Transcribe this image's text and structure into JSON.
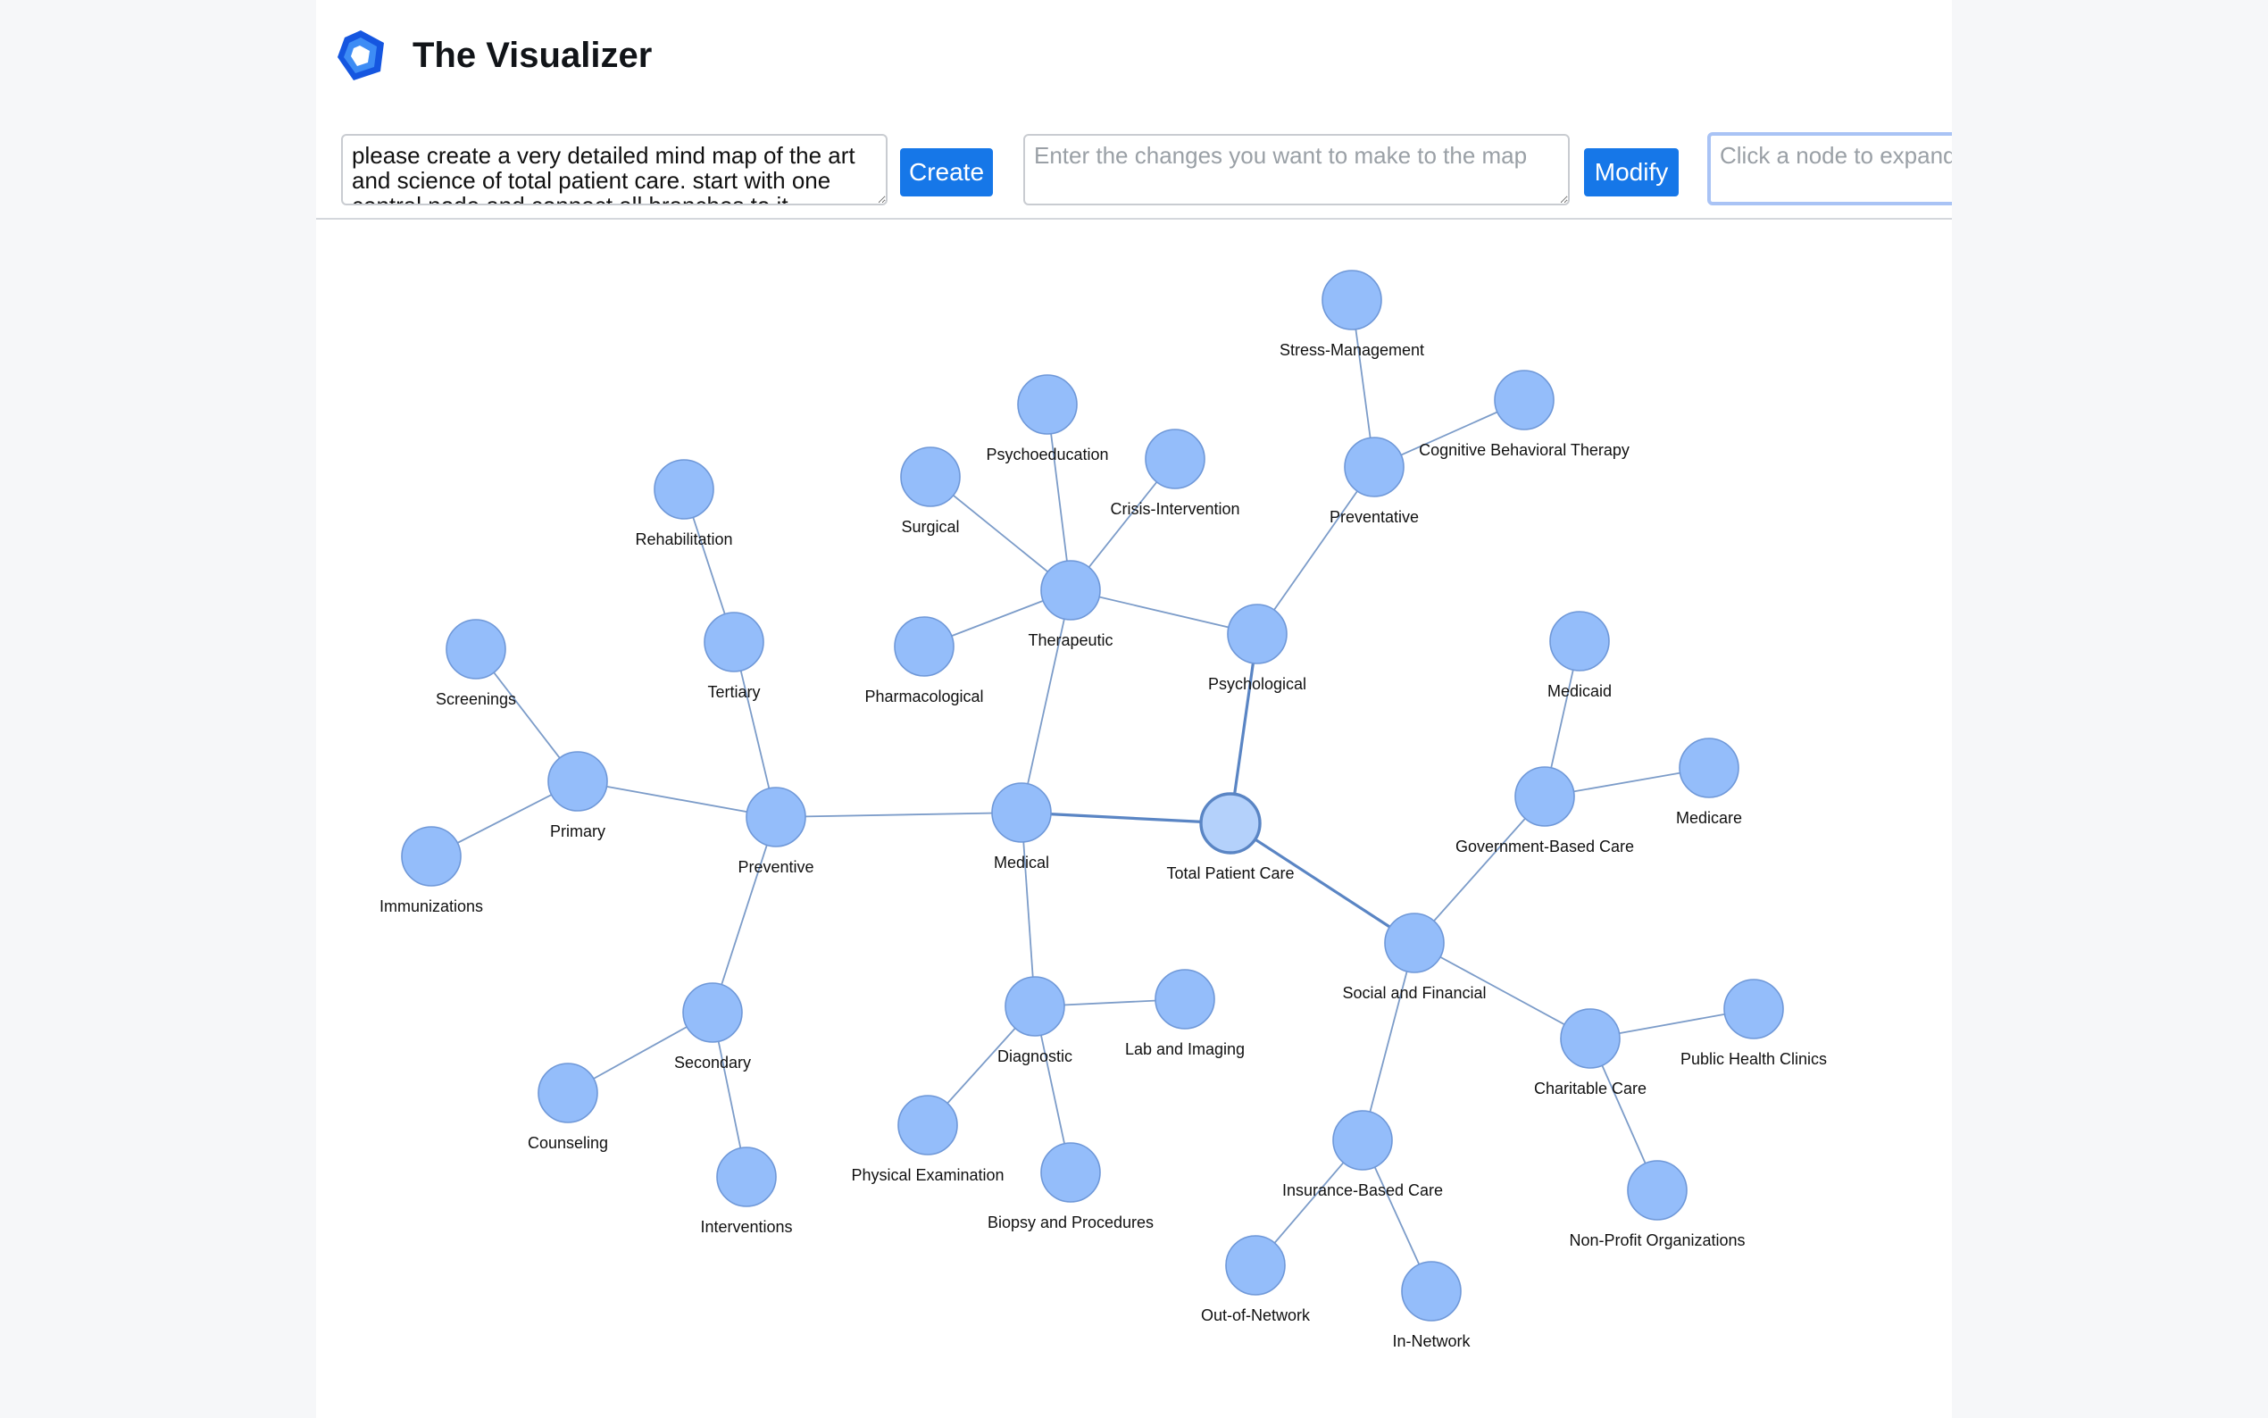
{
  "header": {
    "title": "The Visualizer",
    "brand_color": "#1677e8"
  },
  "toolbar": {
    "prompt_value": "please create a very detailed mind map of the art and science of total patient care. start with one central node and connect all branches to it",
    "create_label": "Create",
    "modify_placeholder": "Enter the changes you want to make to the map",
    "modify_label": "Modify",
    "expand_placeholder": "Click a node to expand"
  },
  "mindmap": {
    "colors": {
      "node": "#94bdfa",
      "root": "#b4d1fb",
      "edge": "#7c9cc9"
    },
    "nodes": [
      {
        "id": "total",
        "label": "Total Patient Care",
        "root": true
      },
      {
        "id": "medical",
        "label": "Medical"
      },
      {
        "id": "psych",
        "label": "Psychological"
      },
      {
        "id": "social",
        "label": "Social and Financial"
      },
      {
        "id": "preventive",
        "label": "Preventive"
      },
      {
        "id": "primary",
        "label": "Primary"
      },
      {
        "id": "screenings",
        "label": "Screenings"
      },
      {
        "id": "immunizations",
        "label": "Immunizations"
      },
      {
        "id": "tertiary",
        "label": "Tertiary"
      },
      {
        "id": "rehab",
        "label": "Rehabilitation"
      },
      {
        "id": "secondary",
        "label": "Secondary"
      },
      {
        "id": "counseling",
        "label": "Counseling"
      },
      {
        "id": "interventions",
        "label": "Interventions"
      },
      {
        "id": "therapeutic",
        "label": "Therapeutic"
      },
      {
        "id": "surgical",
        "label": "Surgical"
      },
      {
        "id": "psychoed",
        "label": "Psychoeducation"
      },
      {
        "id": "crisis",
        "label": "Crisis-Intervention"
      },
      {
        "id": "pharma",
        "label": "Pharmacological"
      },
      {
        "id": "diagnostic",
        "label": "Diagnostic"
      },
      {
        "id": "lab",
        "label": "Lab and Imaging"
      },
      {
        "id": "physexam",
        "label": "Physical Examination"
      },
      {
        "id": "biopsy",
        "label": "Biopsy and Procedures"
      },
      {
        "id": "preventative",
        "label": "Preventative"
      },
      {
        "id": "stress",
        "label": "Stress-Management"
      },
      {
        "id": "cbt",
        "label": "Cognitive Behavioral Therapy"
      },
      {
        "id": "gov",
        "label": "Government-Based Care"
      },
      {
        "id": "medicaid",
        "label": "Medicaid"
      },
      {
        "id": "medicare",
        "label": "Medicare"
      },
      {
        "id": "charitable",
        "label": "Charitable Care"
      },
      {
        "id": "publichealth",
        "label": "Public Health Clinics"
      },
      {
        "id": "nonprofit",
        "label": "Non-Profit Organizations"
      },
      {
        "id": "insurance",
        "label": "Insurance-Based Care"
      },
      {
        "id": "oon",
        "label": "Out-of-Network"
      },
      {
        "id": "innet",
        "label": "In-Network"
      }
    ],
    "edges": [
      [
        "total",
        "medical"
      ],
      [
        "total",
        "psych"
      ],
      [
        "total",
        "social"
      ],
      [
        "medical",
        "preventive"
      ],
      [
        "medical",
        "therapeutic"
      ],
      [
        "medical",
        "diagnostic"
      ],
      [
        "preventive",
        "primary"
      ],
      [
        "preventive",
        "tertiary"
      ],
      [
        "preventive",
        "secondary"
      ],
      [
        "primary",
        "screenings"
      ],
      [
        "primary",
        "immunizations"
      ],
      [
        "tertiary",
        "rehab"
      ],
      [
        "secondary",
        "counseling"
      ],
      [
        "secondary",
        "interventions"
      ],
      [
        "therapeutic",
        "surgical"
      ],
      [
        "therapeutic",
        "psychoed"
      ],
      [
        "therapeutic",
        "crisis"
      ],
      [
        "therapeutic",
        "pharma"
      ],
      [
        "therapeutic",
        "psych"
      ],
      [
        "diagnostic",
        "lab"
      ],
      [
        "diagnostic",
        "physexam"
      ],
      [
        "diagnostic",
        "biopsy"
      ],
      [
        "psych",
        "preventative"
      ],
      [
        "preventative",
        "stress"
      ],
      [
        "preventative",
        "cbt"
      ],
      [
        "social",
        "gov"
      ],
      [
        "social",
        "charitable"
      ],
      [
        "social",
        "insurance"
      ],
      [
        "gov",
        "medicaid"
      ],
      [
        "gov",
        "medicare"
      ],
      [
        "charitable",
        "publichealth"
      ],
      [
        "charitable",
        "nonprofit"
      ],
      [
        "insurance",
        "oon"
      ],
      [
        "insurance",
        "innet"
      ]
    ]
  }
}
